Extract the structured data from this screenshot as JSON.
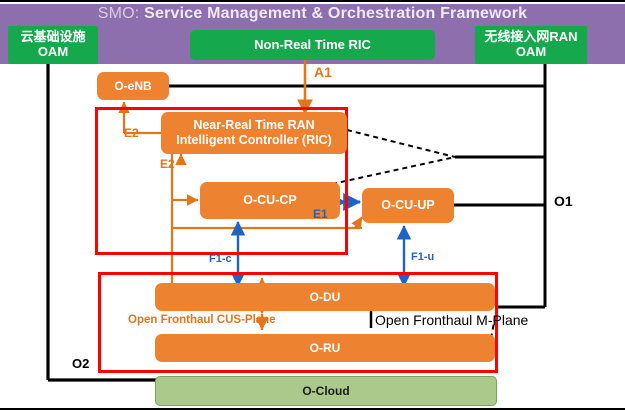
{
  "header": {
    "title_prefix": "SMO:",
    "title_main": "Service Management & Orchestration Framework",
    "bar_color": "#8e6fae"
  },
  "green_boxes": [
    {
      "name": "oam-left",
      "label": "云基础设施\nOAM"
    },
    {
      "name": "non-rt-ric",
      "label": "Non-Real Time RIC"
    },
    {
      "name": "oam-right",
      "label": "无线接入网RAN\nOAM"
    }
  ],
  "boxes": {
    "oam_left": "云基础设施 OAM",
    "oam_left_line1": "云基础设施",
    "oam_left_line2": "OAM",
    "non_rt_ric": "Non-Real Time RIC",
    "oam_right_line1": "无线接入网RAN",
    "oam_right_line2": "OAM",
    "o_enb": "O-eNB",
    "near_rt_ric_line1": "Near-Real Time RAN",
    "near_rt_ric_line2": "Intelligent Controller (RIC)",
    "o_cu_cp": "O-CU-CP",
    "o_cu_up": "O-CU-UP",
    "o_du": "O-DU",
    "o_ru": "O-RU",
    "o_cloud": "O-Cloud"
  },
  "interfaces": {
    "a1": "A1",
    "e2_upper": "E2",
    "e2_lower": "E2",
    "e1": "E1",
    "f1_c": "F1-c",
    "f1_u": "F1-u",
    "o1": "O1",
    "o2": "O2",
    "open_fronthaul_cus": "Open Fronthaul CUS-Plane",
    "open_fronthaul_m": "Open Fronthaul M-Plane"
  },
  "colors": {
    "smo_purple": "#8e6fae",
    "green": "#16a84d",
    "orange_box": "#ed8330",
    "orange_line": "#e3751b",
    "blue_line": "#1f63c4",
    "red_boundary": "#ff0000",
    "cloud_green": "#aac98b",
    "black": "#000000"
  }
}
